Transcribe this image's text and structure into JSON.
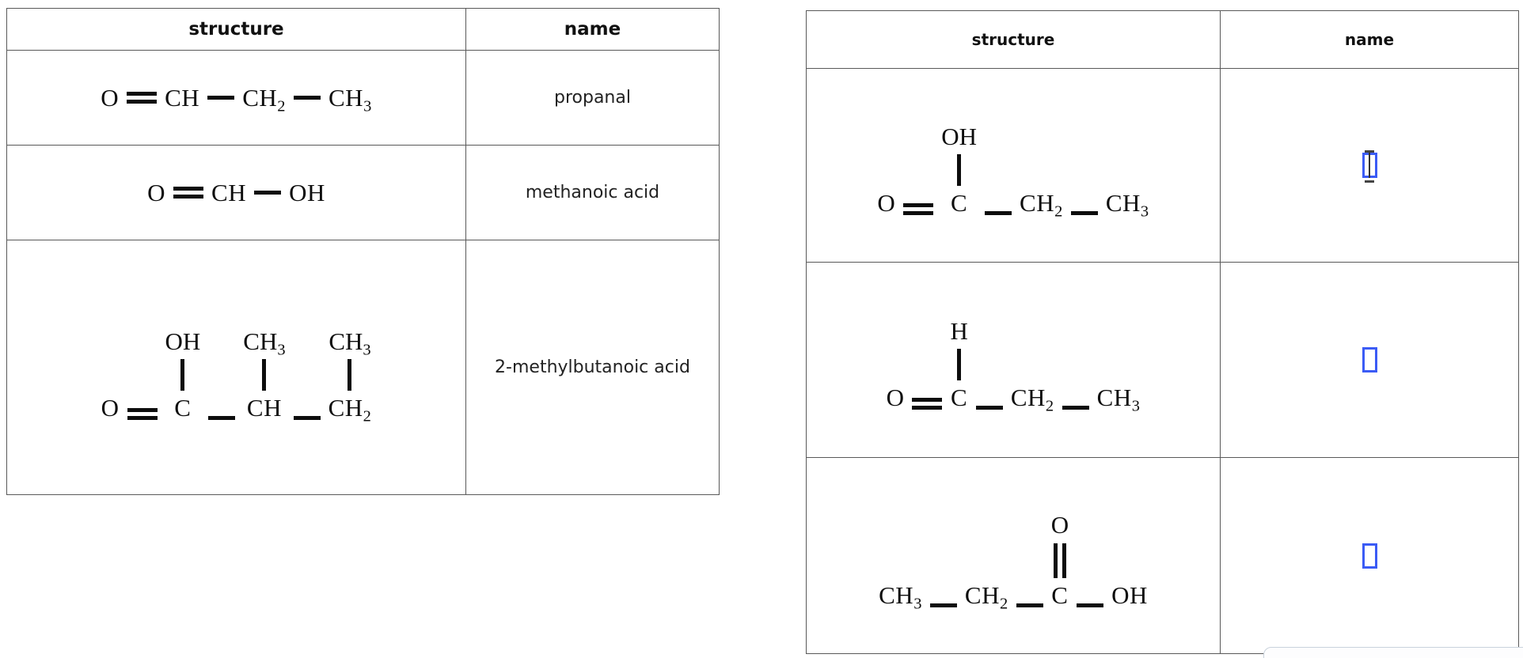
{
  "left_table": {
    "name": "answered-examples-table",
    "headers": [
      "structure",
      "name"
    ],
    "rows": [
      {
        "structure_text": "O = CH — CH2 — CH3",
        "name": "propanal",
        "atoms": [
          "O",
          "CH",
          "CH",
          "CH"
        ],
        "subs": [
          "",
          "",
          "2",
          "3"
        ],
        "bonds": [
          "double",
          "single",
          "single"
        ]
      },
      {
        "structure_text": "O = CH — OH",
        "name": "methanoic acid",
        "atoms": [
          "O",
          "CH",
          "OH"
        ],
        "subs": [
          "",
          "",
          ""
        ],
        "bonds": [
          "double",
          "single"
        ]
      },
      {
        "structure_text": "O = C(OH) — CH(CH3) — CH2(CH3)",
        "name": "2-methylbutanoic acid",
        "atoms": [
          "O",
          "C",
          "CH",
          "CH"
        ],
        "subs": [
          "",
          "",
          "",
          "2"
        ],
        "branches": [
          "",
          "OH",
          "CH3",
          "CH3"
        ],
        "bonds": [
          "double",
          "single",
          "single"
        ]
      }
    ]
  },
  "right_table": {
    "name": "exercise-table",
    "headers": [
      "structure",
      "name"
    ],
    "rows": [
      {
        "structure_text": "O = C(OH) — CH2 — CH3",
        "branch_label": "OH",
        "atoms": [
          "O",
          "C",
          "CH",
          "CH"
        ],
        "subs": [
          "",
          "",
          "2",
          "3"
        ],
        "bonds": [
          "double",
          "single",
          "single"
        ],
        "name_value": "",
        "name_glyph": "tofu-with-caret"
      },
      {
        "structure_text": "O = C(H) — CH2 — CH3",
        "branch_label": "H",
        "atoms": [
          "O",
          "C",
          "CH",
          "CH"
        ],
        "subs": [
          "",
          "",
          "2",
          "3"
        ],
        "bonds": [
          "double",
          "single",
          "single"
        ],
        "name_value": "",
        "name_glyph": "tofu"
      },
      {
        "structure_text": "CH3 — CH2 — C(=O) — OH",
        "branch_label": "O",
        "atoms": [
          "CH",
          "CH",
          "C",
          "OH"
        ],
        "subs": [
          "3",
          "2",
          "",
          ""
        ],
        "bonds": [
          "single",
          "single",
          "single"
        ],
        "name_value": "",
        "name_glyph": "tofu"
      }
    ]
  },
  "colors": {
    "table_border": "#595959",
    "text": "#0d0d0d",
    "placeholder_blue": "#3b5bf5",
    "popup_border": "#c9d2dc"
  }
}
